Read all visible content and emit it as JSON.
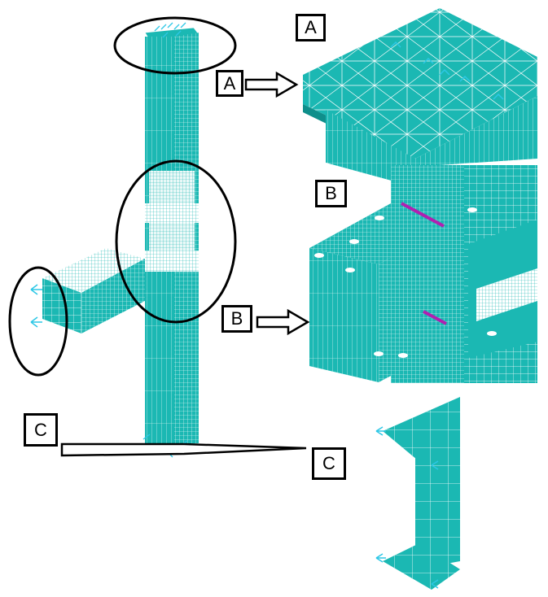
{
  "labels": {
    "a_top_right": "A",
    "a_callout": "A",
    "b_top_right": "B",
    "b_callout": "B",
    "c_left": "C",
    "c_right": "C"
  },
  "colors": {
    "mesh_fill": "#1bb8b3",
    "mesh_line": "#ffffff",
    "dark_fill": "#0f8f8b",
    "constraint_symbol": "#2dc7e6",
    "highlight": "#b020b0",
    "outline": "#000000"
  }
}
